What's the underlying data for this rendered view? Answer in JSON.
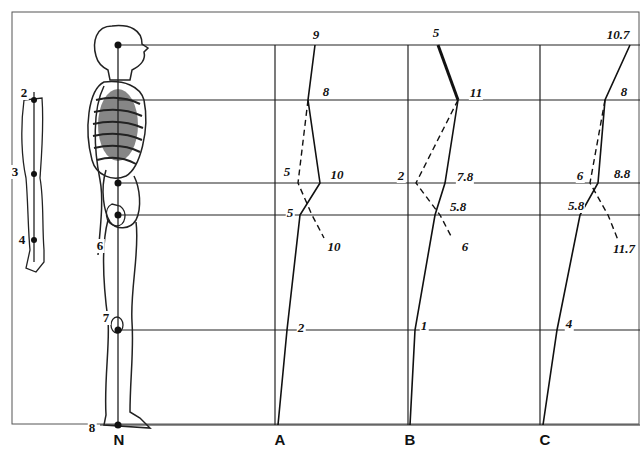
{
  "diagram": {
    "labels": [
      "2",
      "3",
      "4",
      "6",
      "7",
      "8",
      "9",
      "8",
      "5",
      "10",
      "5",
      "10",
      "2",
      "5",
      "11",
      "2",
      "7.8",
      "5.8",
      "6",
      "1",
      "10.7",
      "8",
      "6",
      "8.8",
      "5.8",
      "11.7",
      "4",
      "N",
      "A",
      "B",
      "C"
    ]
  }
}
